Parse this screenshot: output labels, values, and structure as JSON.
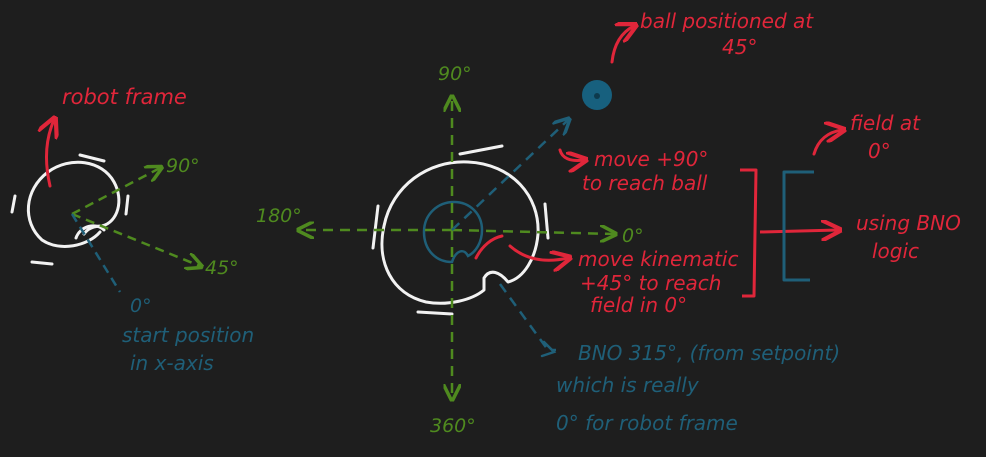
{
  "colors": {
    "background": "#1e1e1e",
    "red": "#e0263a",
    "green": "#4f8a1f",
    "blue": "#1f5f78",
    "white": "#f2f2f2",
    "ball": "#17607e"
  },
  "left_diagram": {
    "robot_frame_label": "robot frame",
    "angle_90": "90°",
    "angle_45": "45°",
    "angle_0": "0°",
    "start_position_line1": "start position",
    "start_position_line2": "in x-axis"
  },
  "center_diagram": {
    "axis_90": "90°",
    "axis_180": "180°",
    "axis_0": "0°",
    "axis_360": "360°",
    "ball_label_line1": "ball positioned at",
    "ball_label_line2": "45°",
    "move90_line1": "move +90°",
    "move90_line2": "to reach ball",
    "kinematic_line1": "move kinematic",
    "kinematic_line2": "+45° to reach",
    "kinematic_line3": "field in 0°",
    "bno_line1": "BNO 315°, (from setpoint)",
    "bno_line2": "which is really",
    "bno_line3": "0° for robot frame"
  },
  "right_notes": {
    "field_line1": "field at",
    "field_line2": "0°",
    "bno_logic_line1": "using BNO",
    "bno_logic_line2": "logic"
  }
}
